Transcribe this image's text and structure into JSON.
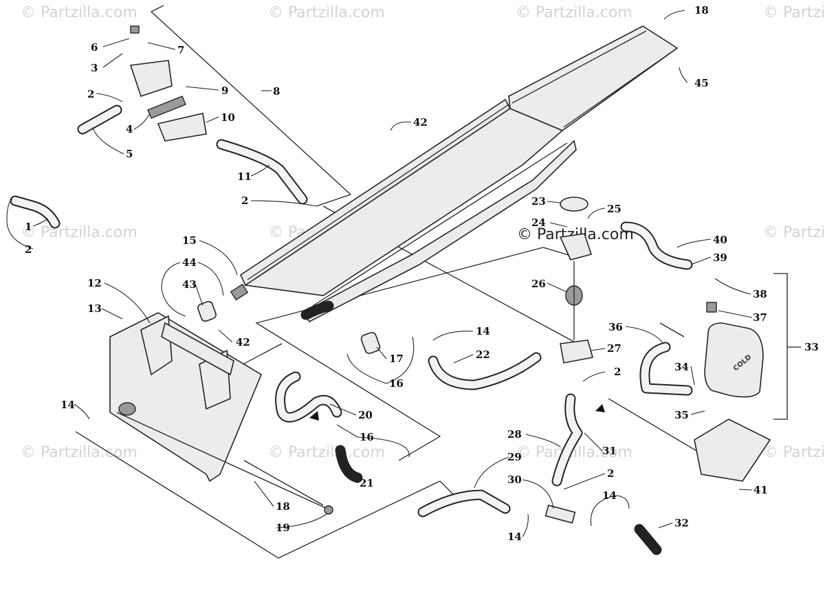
{
  "watermark": "© Partzilla.com",
  "watermark_center": "© Partzilla.com",
  "callouts": [
    {
      "id": "c18a",
      "text": "18"
    },
    {
      "id": "c45",
      "text": "45"
    },
    {
      "id": "c6",
      "text": "6"
    },
    {
      "id": "c7",
      "text": "7"
    },
    {
      "id": "c3",
      "text": "3"
    },
    {
      "id": "c2a",
      "text": "2"
    },
    {
      "id": "c9",
      "text": "9"
    },
    {
      "id": "c8",
      "text": "8"
    },
    {
      "id": "c10",
      "text": "10"
    },
    {
      "id": "c4",
      "text": "4"
    },
    {
      "id": "c5",
      "text": "5"
    },
    {
      "id": "c42a",
      "text": "42"
    },
    {
      "id": "c11",
      "text": "11"
    },
    {
      "id": "c2b",
      "text": "2"
    },
    {
      "id": "c1",
      "text": "1"
    },
    {
      "id": "c2c",
      "text": "2"
    },
    {
      "id": "c23",
      "text": "23"
    },
    {
      "id": "c25",
      "text": "25"
    },
    {
      "id": "c24",
      "text": "24"
    },
    {
      "id": "c40",
      "text": "40"
    },
    {
      "id": "c39",
      "text": "39"
    },
    {
      "id": "c15",
      "text": "15"
    },
    {
      "id": "c44",
      "text": "44"
    },
    {
      "id": "c43",
      "text": "43"
    },
    {
      "id": "c12",
      "text": "12"
    },
    {
      "id": "c13",
      "text": "13"
    },
    {
      "id": "c26",
      "text": "26"
    },
    {
      "id": "c38",
      "text": "38"
    },
    {
      "id": "c37",
      "text": "37"
    },
    {
      "id": "c42b",
      "text": "42"
    },
    {
      "id": "c14a",
      "text": "14"
    },
    {
      "id": "c36",
      "text": "36"
    },
    {
      "id": "c33",
      "text": "33"
    },
    {
      "id": "c22",
      "text": "22"
    },
    {
      "id": "c27",
      "text": "27"
    },
    {
      "id": "c17",
      "text": "17"
    },
    {
      "id": "c16a",
      "text": "16"
    },
    {
      "id": "c34",
      "text": "34"
    },
    {
      "id": "c2d",
      "text": "2"
    },
    {
      "id": "c14b",
      "text": "14"
    },
    {
      "id": "c35",
      "text": "35"
    },
    {
      "id": "c20",
      "text": "20"
    },
    {
      "id": "c16b",
      "text": "16"
    },
    {
      "id": "c28",
      "text": "28"
    },
    {
      "id": "c31",
      "text": "31"
    },
    {
      "id": "c29",
      "text": "29"
    },
    {
      "id": "c21",
      "text": "21"
    },
    {
      "id": "c2e",
      "text": "2"
    },
    {
      "id": "c30",
      "text": "30"
    },
    {
      "id": "c41",
      "text": "41"
    },
    {
      "id": "c18b",
      "text": "18"
    },
    {
      "id": "c14c",
      "text": "14"
    },
    {
      "id": "c32",
      "text": "32"
    },
    {
      "id": "c19",
      "text": "19"
    },
    {
      "id": "c14d",
      "text": "14"
    }
  ],
  "tank_label": "COLD"
}
